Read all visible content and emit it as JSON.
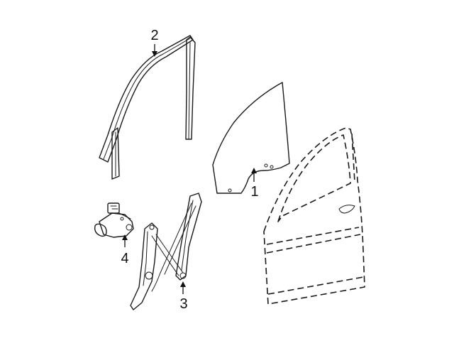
{
  "callouts": {
    "glass": "1",
    "run_channel": "2",
    "regulator": "3",
    "motor": "4"
  }
}
